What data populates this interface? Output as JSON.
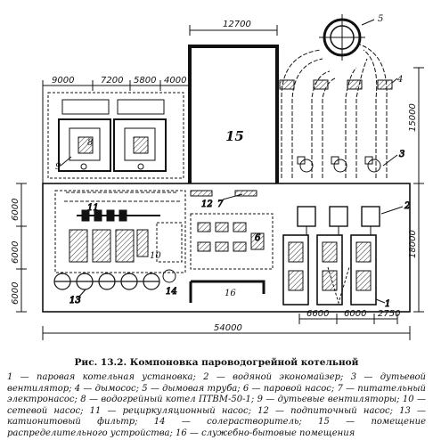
{
  "figure": {
    "caption": "Рис. 13.2. Компоновка пароводогрейной котельной",
    "legend": "1 — паровая котельная установка; 2 — водяной экономайзер; 3 — дутьевой вентилятор; 4 — дымосос; 5 — дымовая труба; 6 — паровой насос; 7 — питательный электронасос; 8 — водогрейный котел ПТВМ-50-1; 9 — дутьевые вентиляторы; 10 — сетевой насос; 11 — рециркуляционный насос; 12 — подпиточный насос; 13 — катионитовый фильтр; 14 — солерастворитель; 15 — помещение распределительного устройства; 16 — служебно-бытовые помещения"
  },
  "dimensions": {
    "top_12700": "12700",
    "top_9000": "9000",
    "top_7200": "7200",
    "top_5800": "5800",
    "top_4000": "4000",
    "right_15000": "15000",
    "right_18000": "18000",
    "left_6000_a": "6000",
    "left_6000_b": "6000",
    "left_6000_c": "6000",
    "bottom_6600": "6600",
    "bottom_6000": "6000",
    "bottom_2750": "2750",
    "bottom_54000": "54000"
  },
  "labels": {
    "n1": "1",
    "n2": "2",
    "n3": "3",
    "n4": "4",
    "n5": "5",
    "n6": "6",
    "n7": "7",
    "n8": "8",
    "n9": "9",
    "n10": "10",
    "n11": "11",
    "n12": "12",
    "n13": "13",
    "n14": "14",
    "n15": "15",
    "n16": "16"
  }
}
